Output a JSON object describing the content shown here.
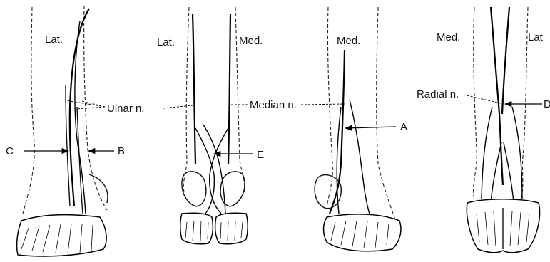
{
  "labels": {
    "lat_1": "Lat.",
    "lat_2": "Lat.",
    "med_2": "Med.",
    "med_3": "Med.",
    "med_4": "Med.",
    "lat_4": "Lat",
    "ulnar": "Ulnar n.",
    "median": "Median n.",
    "radial": "Radial n.",
    "a": "A",
    "b": "B",
    "c": "C",
    "d": "D",
    "e": "E"
  }
}
